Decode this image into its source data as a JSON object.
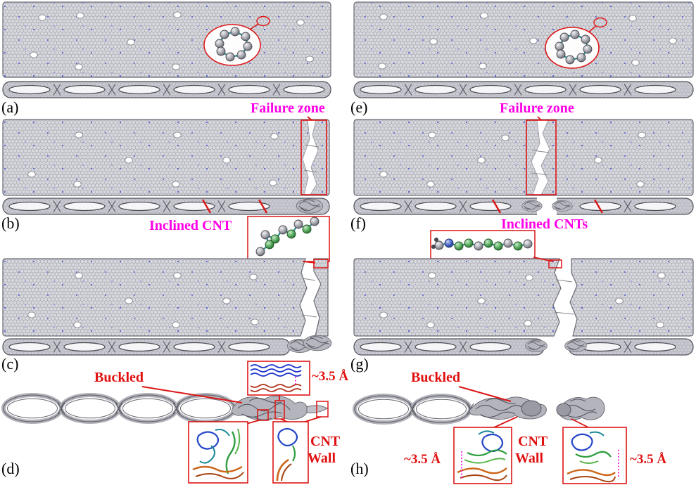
{
  "figure": {
    "panels": {
      "a": {
        "label": "(a)"
      },
      "b": {
        "label": "(b)",
        "failure_zone": "Failure zone",
        "inclined_cnt": "Inclined CNT"
      },
      "c": {
        "label": "(c)"
      },
      "d": {
        "label": "(d)",
        "buckled": "Buckled",
        "gap": "~3.5 Å",
        "cnt_wall_line1": "CNT",
        "cnt_wall_line2": "Wall"
      },
      "e": {
        "label": "(e)"
      },
      "f": {
        "label": "(f)",
        "failure_zone": "Failure zone",
        "inclined_cnts": "Inclined CNTs"
      },
      "g": {
        "label": "(g)"
      },
      "h": {
        "label": "(h)",
        "buckled": "Buckled",
        "gap_left": "~3.5 Å",
        "gap_right": "~3.5 Å",
        "cnt_wall_line1": "CNT",
        "cnt_wall_line2": "Wall"
      }
    },
    "colors": {
      "annotation_magenta": "#ff00e6",
      "annotation_red": "#e01010",
      "sheet_fill": "#d7d7de",
      "mesh_stroke": "#63636e"
    }
  }
}
